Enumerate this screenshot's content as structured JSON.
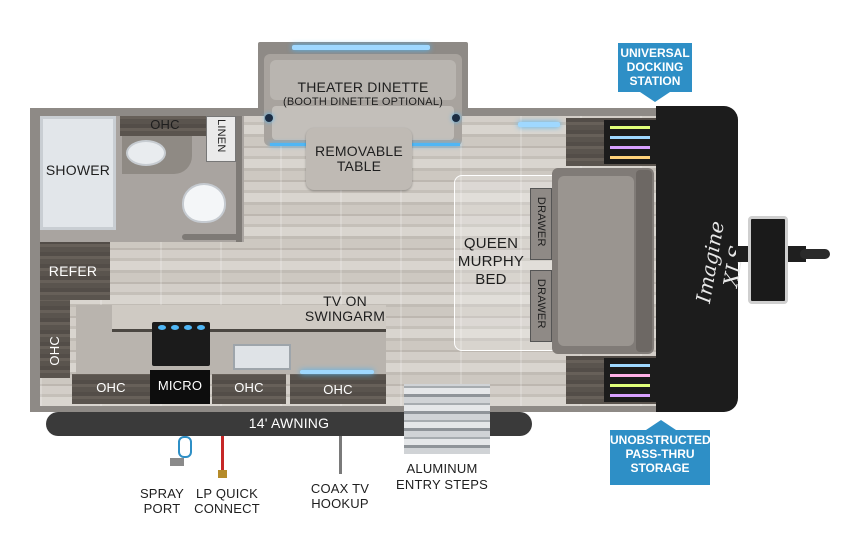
{
  "labels": {
    "theater_dinette": "THEATER DINETTE",
    "booth_optional": "(BOOTH DINETTE OPTIONAL)",
    "removable_table": [
      "REMOVABLE",
      "TABLE"
    ],
    "ohc_top": "OHC",
    "linen": "LINEN",
    "shower": "SHOWER",
    "refer": "REFER",
    "ohc_side": "OHC",
    "ohc_bottom_left": "OHC",
    "micro": "MICRO",
    "ohc_bottom_mid": "OHC",
    "ohc_bottom_right": "OHC",
    "tv_on_swingarm": [
      "TV ON",
      "SWINGARM"
    ],
    "queen_murphy_bed": [
      "QUEEN",
      "MURPHY",
      "BED"
    ],
    "drawer_top": "DRAWER",
    "drawer_bottom": "DRAWER",
    "awning": "14' AWNING",
    "spray_port": [
      "SPRAY",
      "PORT"
    ],
    "lp_quick_connect": [
      "LP QUICK",
      "CONNECT"
    ],
    "coax_tv_hookup": [
      "COAX TV",
      "HOOKUP"
    ],
    "aluminum_entry_steps": [
      "ALUMINUM",
      "ENTRY STEPS"
    ],
    "universal_docking_station": [
      "UNIVERSAL",
      "DOCKING",
      "STATION"
    ],
    "unobstructed_storage": [
      "UNOBSTRUCTED",
      "PASS-THRU",
      "STORAGE"
    ],
    "brand_logo": "Imagine XLS"
  },
  "colors": {
    "callout_blue": "#2e8fc6",
    "led_blue": "#9fd8ff",
    "floor_wood": "#cfcac3",
    "cabinet_dark": "#5d5751",
    "front_cap": "#1c1c1c",
    "awning": "#3a3a3a"
  }
}
